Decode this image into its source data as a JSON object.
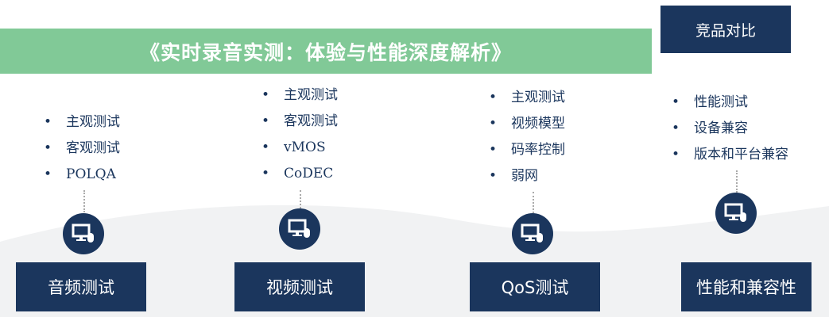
{
  "top_button": "竞品对比",
  "banner_title": "《实时录音实测：体验与性能深度解析》",
  "columns": [
    {
      "title": "音频测试",
      "items": [
        "主观测试",
        "客观测试",
        "POLQA"
      ]
    },
    {
      "title": "视频测试",
      "items": [
        "主观测试",
        "客观测试",
        "vMOS",
        "CoDEC"
      ]
    },
    {
      "title": "QoS测试",
      "items": [
        "主观测试",
        "视频模型",
        "码率控制",
        "弱网"
      ]
    },
    {
      "title": "性能和兼容性",
      "items": [
        "性能测试",
        "设备兼容",
        "版本和平台兼容"
      ]
    }
  ],
  "colors": {
    "navy": "#1b365d",
    "banner": "#7ac691",
    "wave": "#f1f2f3"
  },
  "icon": "computer-mouse-icon"
}
